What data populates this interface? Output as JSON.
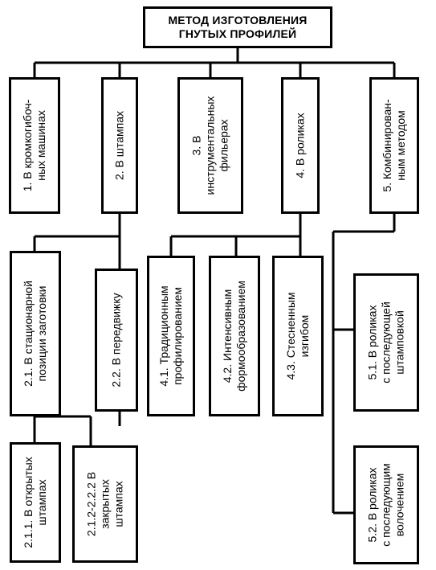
{
  "root": {
    "line1": "МЕТОД ИЗГОТОВЛЕНИЯ",
    "line2": "ГНУТЫХ ПРОФИЛЕЙ"
  },
  "level1": [
    {
      "lines": [
        "1. В кромкогибоч-",
        "ных  машинах"
      ]
    },
    {
      "lines": [
        "2. В штампах"
      ]
    },
    {
      "lines": [
        "3. В",
        "инструментальных",
        "фильерах"
      ]
    },
    {
      "lines": [
        "4. В роликах"
      ]
    },
    {
      "lines": [
        "5. Комбинирован-",
        "ным  методом"
      ]
    }
  ],
  "level2": {
    "b21": {
      "lines": [
        "2.1. В стационарной",
        "позиции заготовки"
      ]
    },
    "b22": {
      "lines": [
        "2.2. В передвижку"
      ]
    },
    "b41": {
      "lines": [
        "4.1. Традиционным",
        "профилированием"
      ]
    },
    "b42": {
      "lines": [
        "4.2. Интенсивным",
        "формообразованием"
      ]
    },
    "b43": {
      "lines": [
        "4.3. Стесненным",
        "изгибом"
      ]
    },
    "b51": {
      "lines": [
        "5.1. В роликах",
        "с последующей",
        "штамповкой"
      ]
    },
    "b52": {
      "lines": [
        "5.2. В роликах",
        "с последующим",
        "волочением"
      ]
    }
  },
  "level3": {
    "b211": {
      "lines": [
        "2.1.1. В открытых",
        "штампах"
      ]
    },
    "b212": {
      "lines": [
        "2.1.2-2.2.2 В",
        "закрытых",
        "штампах"
      ]
    }
  }
}
